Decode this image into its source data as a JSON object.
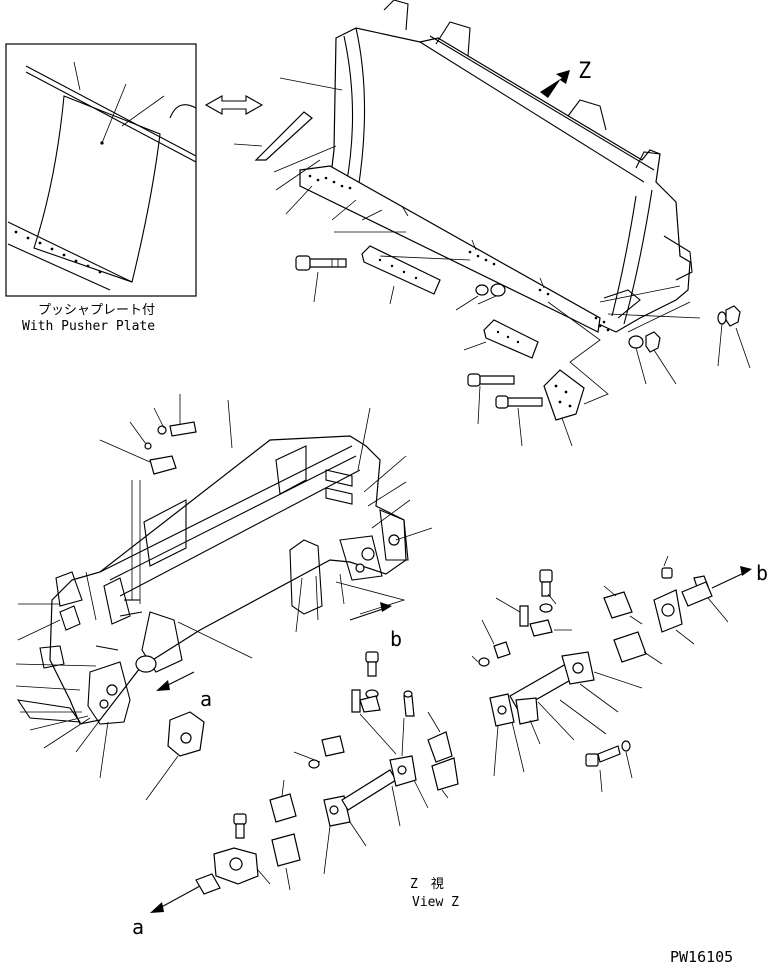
{
  "labels": {
    "inset_jp": "プッシャプレート付",
    "inset_en": "With Pusher Plate",
    "view_letter": "Z",
    "view_jp": "Z　視",
    "view_en": "View Z",
    "ref_a": "a",
    "ref_b": "b",
    "drawing_no": "PW16105"
  }
}
